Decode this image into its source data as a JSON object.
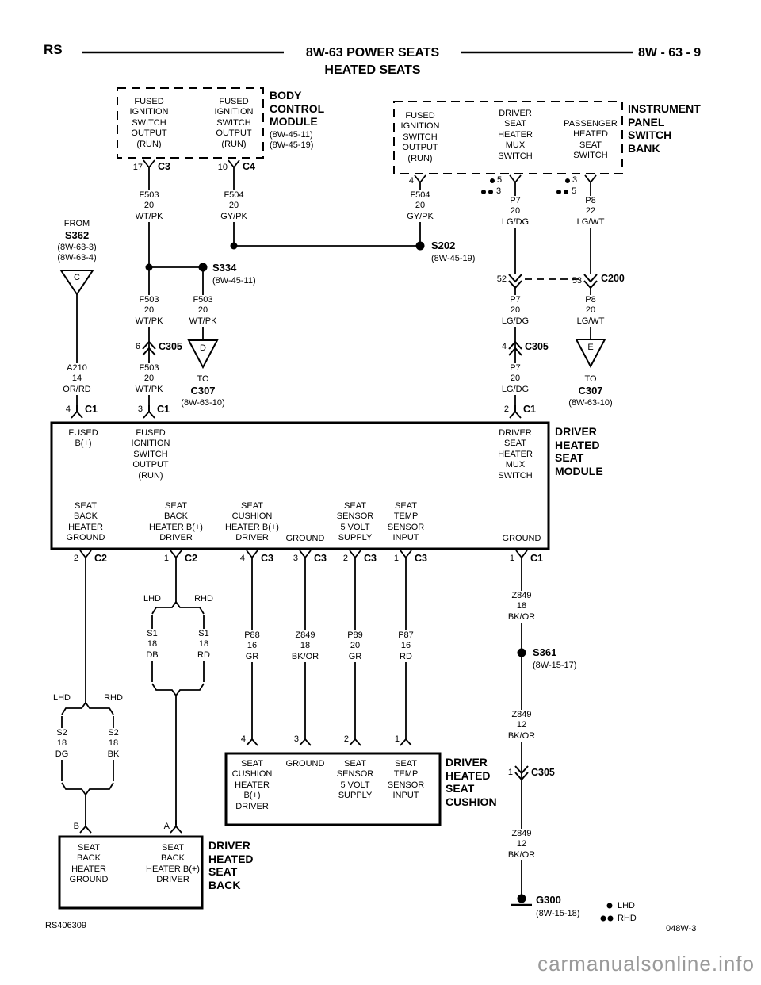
{
  "header": {
    "code": "RS",
    "title": "8W-63 POWER SEATS",
    "subtitle": "HEATED SEATS",
    "page_ref": "8W - 63 - 9"
  },
  "footer": {
    "doc_number": "RS406309",
    "sheet_number": "048W-3",
    "watermark": "carmanualsonline.info"
  },
  "legend": {
    "lhd": "LHD",
    "rhd": "RHD"
  },
  "body_control_module": {
    "title": "BODY\nCONTROL\nMODULE",
    "refs": "(8W-45-11)\n(8W-45-19)",
    "output1_label": "FUSED\nIGNITION\nSWITCH\nOUTPUT\n(RUN)",
    "output2_label": "FUSED\nIGNITION\nSWITCH\nOUTPUT\n(RUN)",
    "pin1": "17",
    "connector1": "C3",
    "pin2": "10",
    "connector2": "C4"
  },
  "instrument_panel_switch_bank": {
    "title": "INSTRUMENT\nPANEL\nSWITCH\nBANK",
    "col1_label": "FUSED\nIGNITION\nSWITCH\nOUTPUT\n(RUN)",
    "col2_label": "DRIVER\nSEAT\nHEATER\nMUX\nSWITCH",
    "col3_label": "PASSENGER\nHEATED\nSEAT\nSWITCH",
    "col1_pin": "4",
    "col2_pin_lhd": "5",
    "col2_pin_rhd": "3",
    "col3_pin_lhd": "3",
    "col3_pin_rhd": "5"
  },
  "splices": {
    "s362": {
      "from": "FROM",
      "name": "S362",
      "refs": "(8W-63-3)\n(8W-63-4)",
      "takeout": "C"
    },
    "s334": {
      "name": "S334",
      "ref": "(8W-45-11)"
    },
    "s202": {
      "name": "S202",
      "ref": "(8W-45-19)"
    },
    "s361": {
      "name": "S361",
      "ref": "(8W-15-17)"
    },
    "g300": {
      "name": "G300",
      "ref": "(8W-15-18)"
    }
  },
  "takeouts": {
    "d": {
      "letter": "D",
      "to": "TO",
      "name": "C307",
      "ref": "(8W-63-10)"
    },
    "e": {
      "letter": "E",
      "to": "TO",
      "name": "C307",
      "ref": "(8W-63-10)"
    }
  },
  "wires": {
    "f503": "F503\n20\nWT/PK",
    "f504": "F504\n20\nGY/PK",
    "a210": "A210\n14\nOR/RD",
    "p7": "P7\n20\nLG/DG",
    "p8_22": "P8\n22\nLG/WT",
    "p8_20": "P8\n20\nLG/WT",
    "s1_lhd": "S1\n18\nDB",
    "s1_rhd": "S1\n18\nRD",
    "s2_lhd": "S2\n18\nDG",
    "s2_rhd": "S2\n18\nBK",
    "p88": "P88\n16\nGR",
    "p89": "P89\n20\nGR",
    "p87": "P87\n16\nRD",
    "z849_18": "Z849\n18\nBK/OR",
    "z849_12": "Z849\n12\nBK/OR"
  },
  "connectors": {
    "c305_6": {
      "pin": "6",
      "name": "C305"
    },
    "c305_4": {
      "pin": "4",
      "name": "C305"
    },
    "c305_1": {
      "pin": "1",
      "name": "C305"
    },
    "c200": {
      "pin_left": "52",
      "pin_right": "53",
      "name": "C200"
    },
    "c1_4": {
      "pin": "4",
      "name": "C1"
    },
    "c1_3": {
      "pin": "3",
      "name": "C1"
    },
    "c1_2": {
      "pin": "2",
      "name": "C1"
    },
    "c1_1": {
      "pin": "1",
      "name": "C1"
    },
    "c2_2": {
      "pin": "2",
      "name": "C2"
    },
    "c2_1": {
      "pin": "1",
      "name": "C2"
    },
    "c3_4": {
      "pin": "4",
      "name": "C3"
    },
    "c3_3": {
      "pin": "3",
      "name": "C3"
    },
    "c3_2": {
      "pin": "2",
      "name": "C3"
    },
    "c3_1": {
      "pin": "1",
      "name": "C3"
    },
    "cushion_pins": {
      "p4": "4",
      "p3": "3",
      "p2": "2",
      "p1": "1"
    },
    "back_pins": {
      "b": "B",
      "a": "A"
    }
  },
  "splits": {
    "s1": {
      "lhd": "LHD",
      "rhd": "RHD"
    },
    "s2": {
      "lhd": "LHD",
      "rhd": "RHD"
    }
  },
  "driver_heated_seat_module": {
    "title": "DRIVER\nHEATED\nSEAT\nMODULE",
    "top_labels": {
      "fused_b": "FUSED\nB(+)",
      "fused_ign": "FUSED\nIGNITION\nSWITCH\nOUTPUT\n(RUN)",
      "mux": "DRIVER\nSEAT\nHEATER\nMUX\nSWITCH"
    },
    "bottom_labels": {
      "seat_back_heater_ground": "SEAT\nBACK\nHEATER\nGROUND",
      "seat_back_heater_b": "SEAT\nBACK\nHEATER B(+)\nDRIVER",
      "seat_cushion_heater_b": "SEAT\nCUSHION\nHEATER B(+)\nDRIVER",
      "ground1": "GROUND",
      "seat_sensor_5v": "SEAT\nSENSOR\n5 VOLT\nSUPPLY",
      "seat_temp": "SEAT\nTEMP\nSENSOR\nINPUT",
      "ground2": "GROUND"
    }
  },
  "driver_heated_seat_cushion": {
    "title": "DRIVER\nHEATED\nSEAT\nCUSHION",
    "labels": {
      "heater_b": "SEAT\nCUSHION\nHEATER\nB(+)\nDRIVER",
      "ground": "GROUND",
      "sensor_5v": "SEAT\nSENSOR\n5 VOLT\nSUPPLY",
      "temp": "SEAT\nTEMP\nSENSOR\nINPUT"
    }
  },
  "driver_heated_seat_back": {
    "title": "DRIVER\nHEATED\nSEAT\nBACK",
    "labels": {
      "ground": "SEAT\nBACK\nHEATER\nGROUND",
      "heater_b": "SEAT\nBACK\nHEATER B(+)\nDRIVER"
    }
  }
}
